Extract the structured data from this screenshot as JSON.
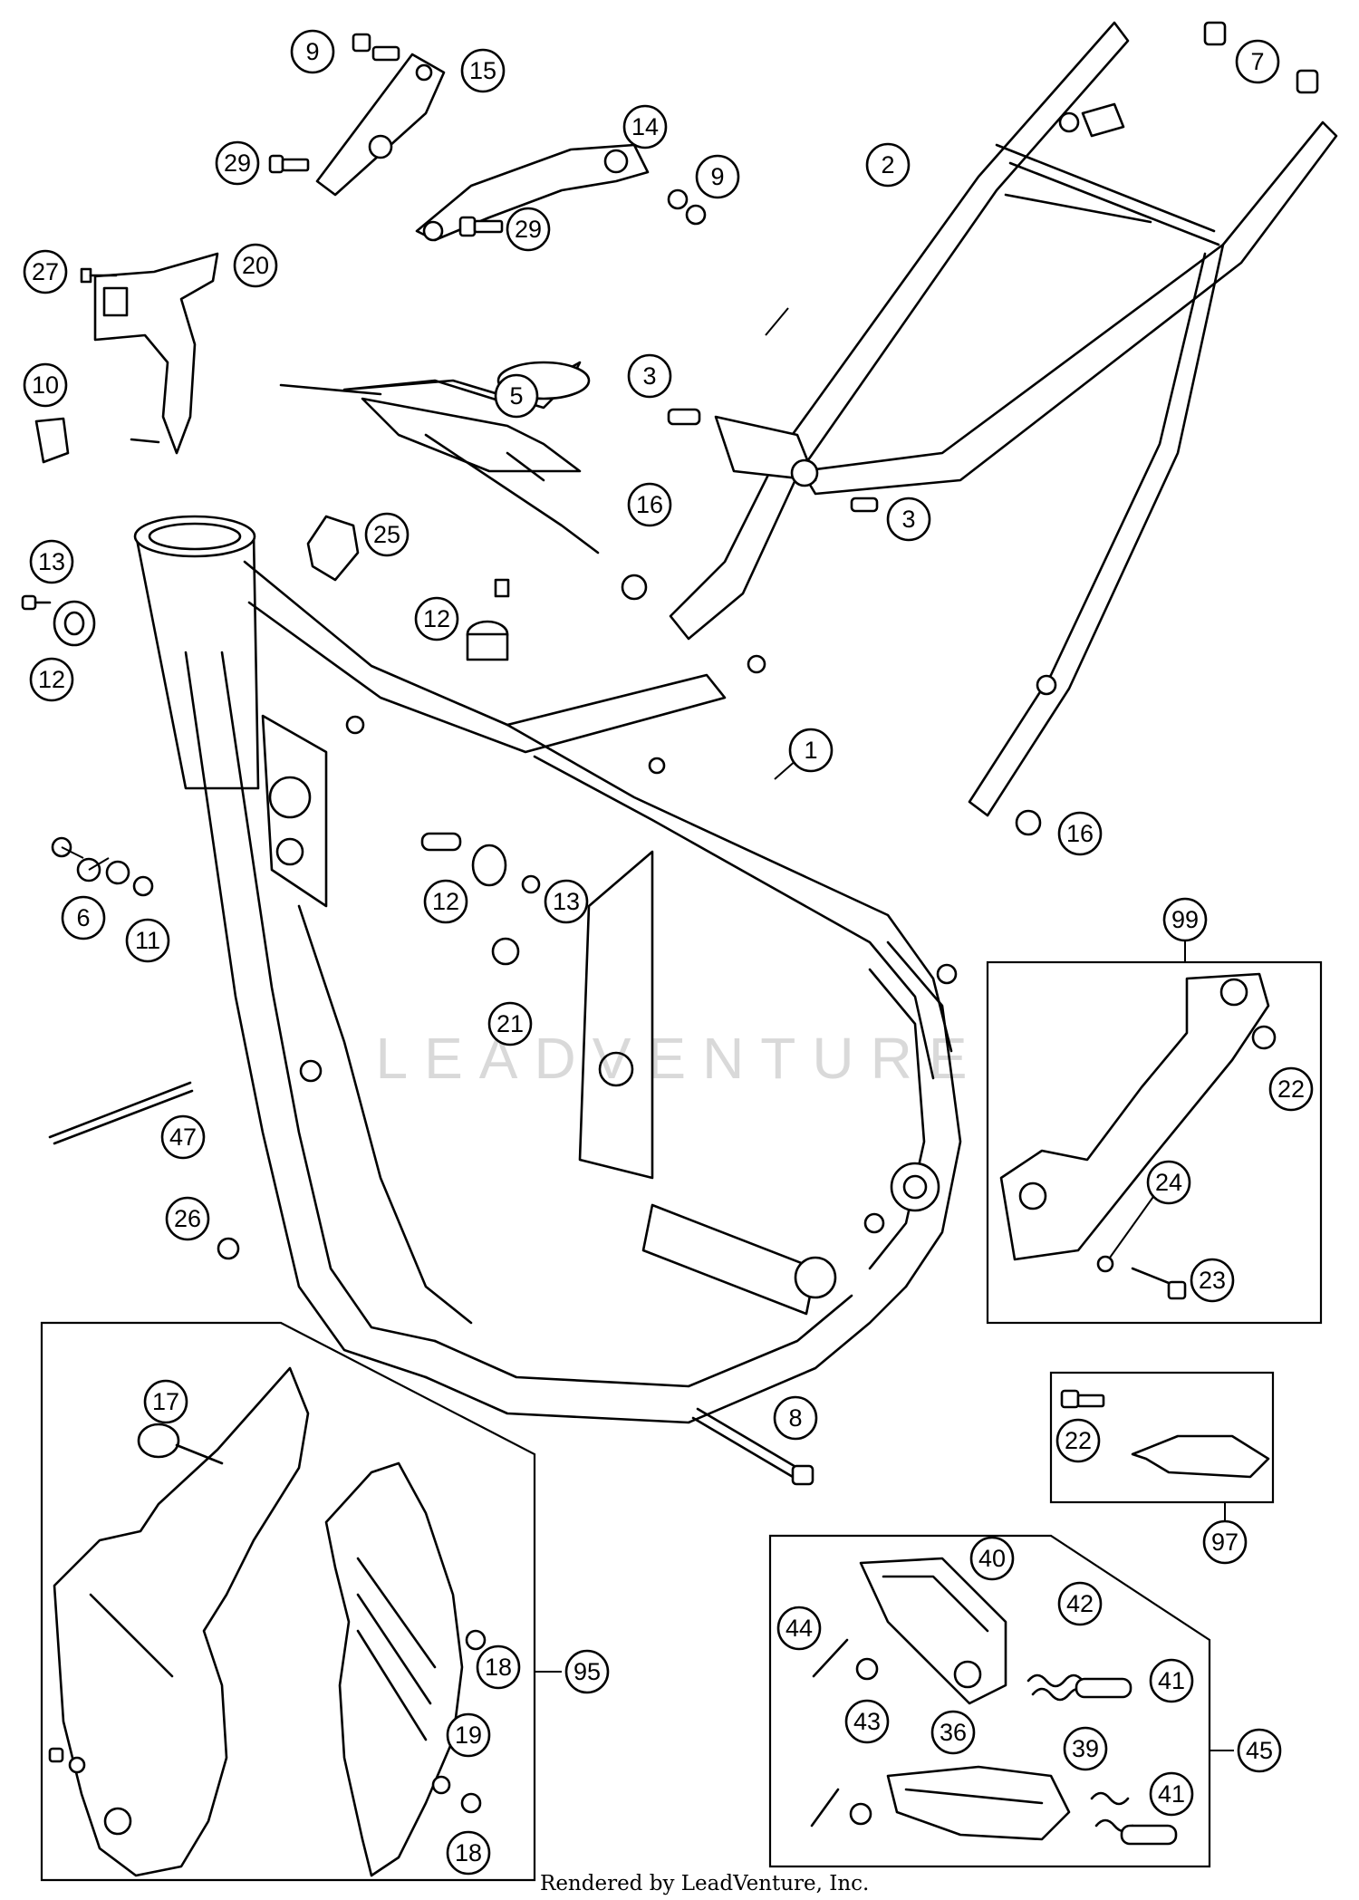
{
  "watermark": "LEADVENTURE",
  "credit": "Rendered by LeadVenture, Inc.",
  "callouts": [
    "1",
    "2",
    "3",
    "3",
    "5",
    "6",
    "7",
    "9",
    "9",
    "10",
    "11",
    "12",
    "12",
    "12",
    "13",
    "13",
    "14",
    "15",
    "16",
    "16",
    "17",
    "18",
    "18",
    "19",
    "20",
    "21",
    "22",
    "22",
    "23",
    "24",
    "25",
    "26",
    "27",
    "29",
    "29",
    "36",
    "39",
    "40",
    "41",
    "41",
    "42",
    "43",
    "44",
    "45",
    "47",
    "95",
    "97",
    "99",
    "8"
  ],
  "icons": [
    "frame",
    "subframe",
    "bolt",
    "washer",
    "nut",
    "footpeg",
    "frame-guard",
    "chain-guide"
  ]
}
